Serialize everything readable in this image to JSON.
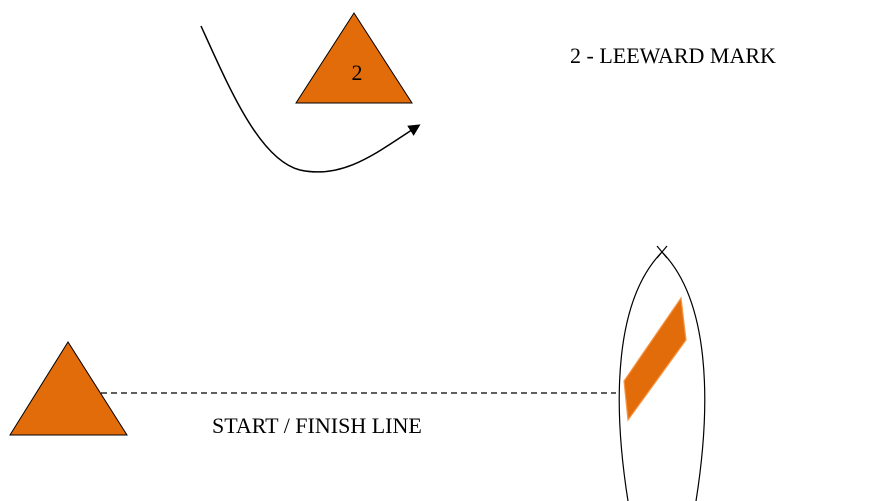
{
  "diagram": {
    "mark_label": "2",
    "leeward_mark_label": "2 - LEEWARD MARK",
    "start_finish_label": "START / FINISH LINE"
  },
  "colors": {
    "mark_fill": "#E36C0A",
    "stroke": "#000000",
    "flag_fill": "#E36C0A",
    "flag_edge": "#F79646"
  },
  "icons": {
    "leeward_mark": "triangle-buoy-icon",
    "start_mark": "triangle-buoy-icon",
    "committee_boat": "boat-icon",
    "course_arrow": "curved-arrow-icon"
  }
}
